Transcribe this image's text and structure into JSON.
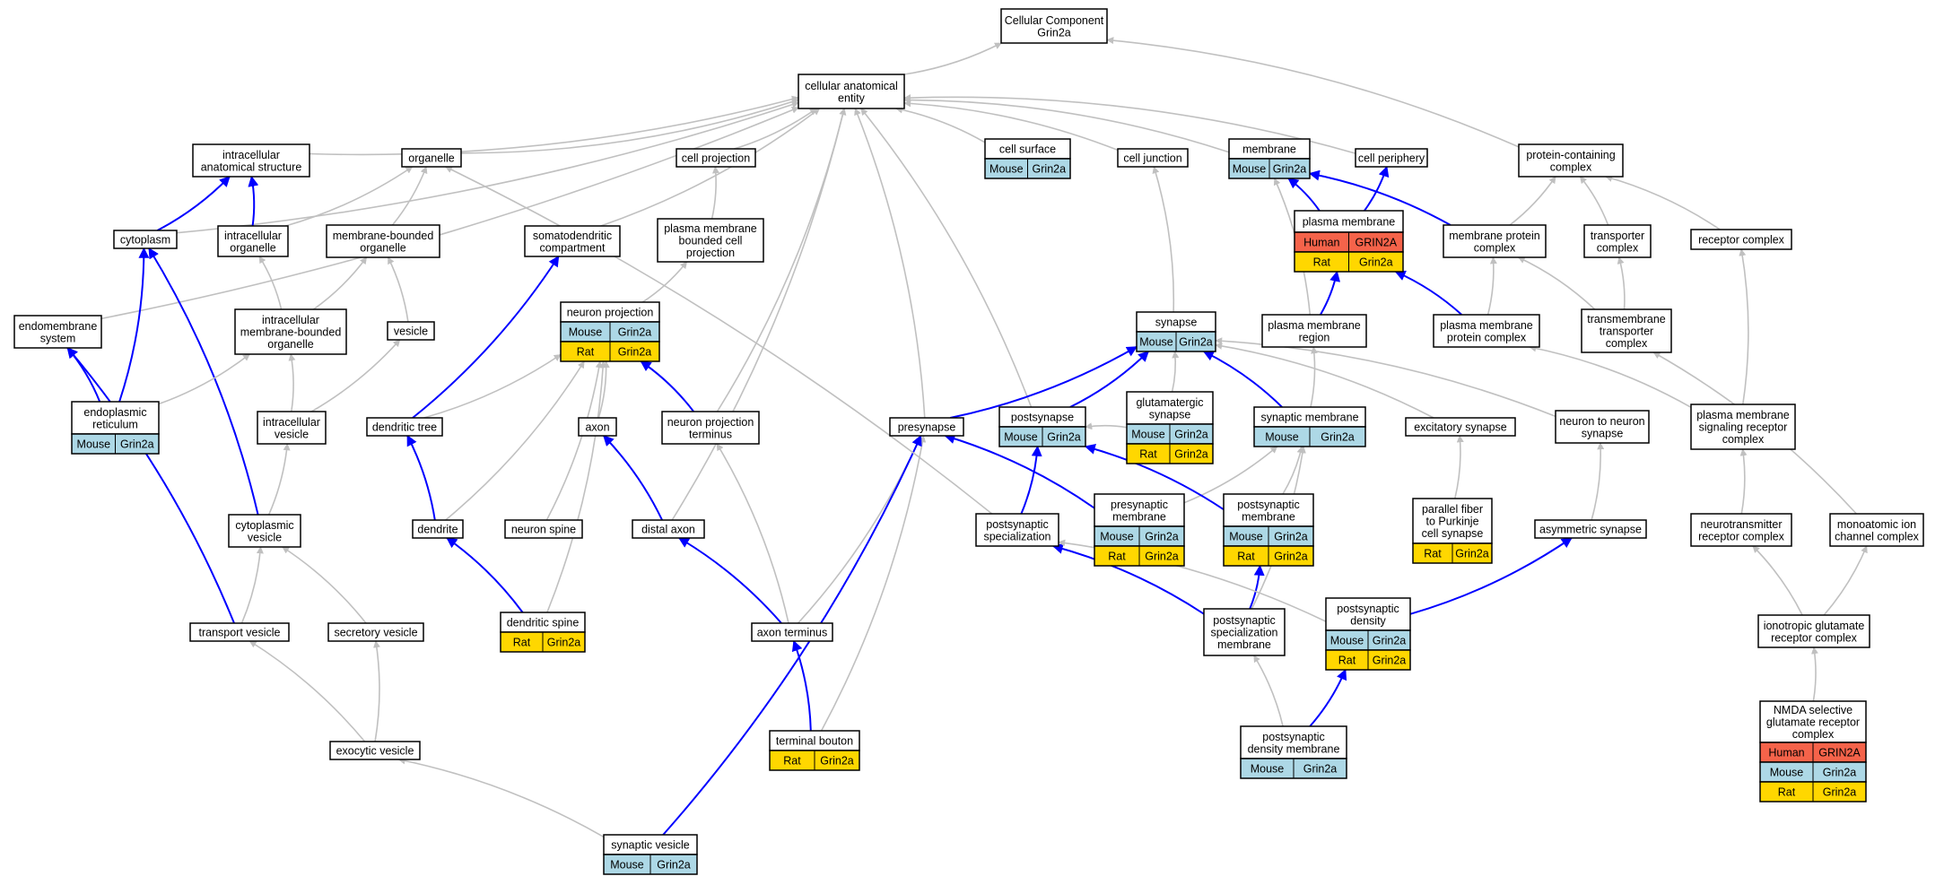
{
  "colors": {
    "human": "#f5634a",
    "mouse": "#add8e6",
    "rat": "#ffd700",
    "edge_gray": "#c0c0c0",
    "edge_blue": "#0000ff"
  },
  "nodes": [
    {
      "id": "cc",
      "lines": [
        "Cellular Component",
        "Grin2a"
      ]
    },
    {
      "id": "cae",
      "lines": [
        "cellular anatomical",
        "entity"
      ]
    },
    {
      "id": "ias",
      "lines": [
        "intracellular",
        "anatomical structure"
      ]
    },
    {
      "id": "organelle",
      "lines": [
        "organelle"
      ]
    },
    {
      "id": "cellproj",
      "lines": [
        "cell projection"
      ]
    },
    {
      "id": "cellsurf",
      "lines": [
        "cell surface"
      ],
      "rows": [
        [
          "Mouse",
          "Grin2a"
        ]
      ]
    },
    {
      "id": "celljunc",
      "lines": [
        "cell junction"
      ]
    },
    {
      "id": "membrane",
      "lines": [
        "membrane"
      ],
      "rows": [
        [
          "Mouse",
          "Grin2a"
        ]
      ]
    },
    {
      "id": "cellperiph",
      "lines": [
        "cell periphery"
      ]
    },
    {
      "id": "pcc",
      "lines": [
        "protein-containing",
        "complex"
      ]
    },
    {
      "id": "cytoplasm",
      "lines": [
        "cytoplasm"
      ]
    },
    {
      "id": "intorg",
      "lines": [
        "intracellular",
        "organelle"
      ]
    },
    {
      "id": "mborg",
      "lines": [
        "membrane-bounded",
        "organelle"
      ]
    },
    {
      "id": "somato",
      "lines": [
        "somatodendritic",
        "compartment"
      ]
    },
    {
      "id": "pmbcp",
      "lines": [
        "plasma membrane",
        "bounded cell",
        "projection"
      ]
    },
    {
      "id": "pm",
      "lines": [
        "plasma membrane"
      ],
      "rows": [
        [
          "Human",
          "GRIN2A"
        ],
        [
          "Rat",
          "Grin2a"
        ]
      ]
    },
    {
      "id": "mpc",
      "lines": [
        "membrane protein",
        "complex"
      ]
    },
    {
      "id": "transporter",
      "lines": [
        "transporter",
        "complex"
      ]
    },
    {
      "id": "receptor",
      "lines": [
        "receptor complex"
      ]
    },
    {
      "id": "endomem",
      "lines": [
        "endomembrane",
        "system"
      ]
    },
    {
      "id": "imbo",
      "lines": [
        "intracellular",
        "membrane-bounded",
        "organelle"
      ]
    },
    {
      "id": "vesicle",
      "lines": [
        "vesicle"
      ]
    },
    {
      "id": "neuronproj",
      "lines": [
        "neuron projection"
      ],
      "rows": [
        [
          "Mouse",
          "Grin2a"
        ],
        [
          "Rat",
          "Grin2a"
        ]
      ]
    },
    {
      "id": "synapse",
      "lines": [
        "synapse"
      ],
      "rows": [
        [
          "Mouse",
          "Grin2a"
        ]
      ]
    },
    {
      "id": "pmr",
      "lines": [
        "plasma membrane",
        "region"
      ]
    },
    {
      "id": "pmpc",
      "lines": [
        "plasma membrane",
        "protein complex"
      ]
    },
    {
      "id": "tmtc",
      "lines": [
        "transmembrane",
        "transporter",
        "complex"
      ]
    },
    {
      "id": "er",
      "lines": [
        "endoplasmic",
        "reticulum"
      ],
      "rows": [
        [
          "Mouse",
          "Grin2a"
        ]
      ]
    },
    {
      "id": "intves",
      "lines": [
        "intracellular",
        "vesicle"
      ]
    },
    {
      "id": "dendtree",
      "lines": [
        "dendritic tree"
      ]
    },
    {
      "id": "axon",
      "lines": [
        "axon"
      ]
    },
    {
      "id": "npt",
      "lines": [
        "neuron projection",
        "terminus"
      ]
    },
    {
      "id": "presyn",
      "lines": [
        "presynapse"
      ]
    },
    {
      "id": "postsyn",
      "lines": [
        "postsynapse"
      ],
      "rows": [
        [
          "Mouse",
          "Grin2a"
        ]
      ]
    },
    {
      "id": "glusyn",
      "lines": [
        "glutamatergic",
        "synapse"
      ],
      "rows": [
        [
          "Mouse",
          "Grin2a"
        ],
        [
          "Rat",
          "Grin2a"
        ]
      ]
    },
    {
      "id": "synmem",
      "lines": [
        "synaptic membrane"
      ],
      "rows": [
        [
          "Mouse",
          "Grin2a"
        ]
      ]
    },
    {
      "id": "excsyn",
      "lines": [
        "excitatory synapse"
      ]
    },
    {
      "id": "n2n",
      "lines": [
        "neuron to neuron",
        "synapse"
      ]
    },
    {
      "id": "pmsrc",
      "lines": [
        "plasma membrane",
        "signaling receptor",
        "complex"
      ]
    },
    {
      "id": "cytves",
      "lines": [
        "cytoplasmic",
        "vesicle"
      ]
    },
    {
      "id": "dendrite",
      "lines": [
        "dendrite"
      ]
    },
    {
      "id": "nspine",
      "lines": [
        "neuron spine"
      ]
    },
    {
      "id": "distaxon",
      "lines": [
        "distal axon"
      ]
    },
    {
      "id": "postspec",
      "lines": [
        "postsynaptic",
        "specialization"
      ]
    },
    {
      "id": "presynmem",
      "lines": [
        "presynaptic",
        "membrane"
      ],
      "rows": [
        [
          "Mouse",
          "Grin2a"
        ],
        [
          "Rat",
          "Grin2a"
        ]
      ]
    },
    {
      "id": "postsynmem",
      "lines": [
        "postsynaptic",
        "membrane"
      ],
      "rows": [
        [
          "Mouse",
          "Grin2a"
        ],
        [
          "Rat",
          "Grin2a"
        ]
      ]
    },
    {
      "id": "pfpcs",
      "lines": [
        "parallel fiber",
        "to Purkinje",
        "cell synapse"
      ],
      "rows": [
        [
          "Rat",
          "Grin2a"
        ]
      ]
    },
    {
      "id": "asymsyn",
      "lines": [
        "asymmetric synapse"
      ]
    },
    {
      "id": "ntrc",
      "lines": [
        "neurotransmitter",
        "receptor complex"
      ]
    },
    {
      "id": "micc",
      "lines": [
        "monoatomic ion",
        "channel complex"
      ]
    },
    {
      "id": "transves",
      "lines": [
        "transport vesicle"
      ]
    },
    {
      "id": "secves",
      "lines": [
        "secretory vesicle"
      ]
    },
    {
      "id": "dspine",
      "lines": [
        "dendritic spine"
      ],
      "rows": [
        [
          "Rat",
          "Grin2a"
        ]
      ]
    },
    {
      "id": "axterm",
      "lines": [
        "axon terminus"
      ]
    },
    {
      "id": "psm",
      "lines": [
        "postsynaptic",
        "specialization",
        "membrane"
      ]
    },
    {
      "id": "psd",
      "lines": [
        "postsynaptic",
        "density"
      ],
      "rows": [
        [
          "Mouse",
          "Grin2a"
        ],
        [
          "Rat",
          "Grin2a"
        ]
      ]
    },
    {
      "id": "igrc",
      "lines": [
        "ionotropic glutamate",
        "receptor complex"
      ]
    },
    {
      "id": "exoves",
      "lines": [
        "exocytic vesicle"
      ]
    },
    {
      "id": "termbouton",
      "lines": [
        "terminal bouton"
      ],
      "rows": [
        [
          "Rat",
          "Grin2a"
        ]
      ]
    },
    {
      "id": "psdm",
      "lines": [
        "postsynaptic",
        "density membrane"
      ],
      "rows": [
        [
          "Mouse",
          "Grin2a"
        ]
      ]
    },
    {
      "id": "nmda",
      "lines": [
        "NMDA selective",
        "glutamate receptor",
        "complex"
      ],
      "rows": [
        [
          "Human",
          "GRIN2A"
        ],
        [
          "Mouse",
          "Grin2a"
        ],
        [
          "Rat",
          "Grin2a"
        ]
      ]
    },
    {
      "id": "synves",
      "lines": [
        "synaptic vesicle"
      ],
      "rows": [
        [
          "Mouse",
          "Grin2a"
        ]
      ]
    }
  ],
  "edges": [
    [
      "cae",
      "cc",
      "gray"
    ],
    [
      "pcc",
      "cc",
      "gray"
    ],
    [
      "ias",
      "cae",
      "gray"
    ],
    [
      "organelle",
      "cae",
      "gray"
    ],
    [
      "cellproj",
      "cae",
      "gray"
    ],
    [
      "cellsurf",
      "cae",
      "gray"
    ],
    [
      "celljunc",
      "cae",
      "gray"
    ],
    [
      "membrane",
      "cae",
      "gray"
    ],
    [
      "cellperiph",
      "cae",
      "gray"
    ],
    [
      "cytoplasm",
      "cae",
      "gray"
    ],
    [
      "endomem",
      "cae",
      "gray"
    ],
    [
      "somato",
      "cae",
      "gray"
    ],
    [
      "presyn",
      "cae",
      "gray"
    ],
    [
      "postsyn",
      "cae",
      "gray"
    ],
    [
      "npt",
      "cae",
      "gray"
    ],
    [
      "distaxon",
      "cae",
      "gray"
    ],
    [
      "cytoplasm",
      "ias",
      "blue"
    ],
    [
      "intorg",
      "ias",
      "blue"
    ],
    [
      "intorg",
      "organelle",
      "gray"
    ],
    [
      "mborg",
      "organelle",
      "gray"
    ],
    [
      "pmbcp",
      "cellproj",
      "gray"
    ],
    [
      "synapse",
      "celljunc",
      "gray"
    ],
    [
      "pm",
      "membrane",
      "blue"
    ],
    [
      "pmr",
      "membrane",
      "gray"
    ],
    [
      "mpc",
      "membrane",
      "blue"
    ],
    [
      "pm",
      "cellperiph",
      "blue"
    ],
    [
      "mpc",
      "pcc",
      "gray"
    ],
    [
      "transporter",
      "pcc",
      "gray"
    ],
    [
      "receptor",
      "pcc",
      "gray"
    ],
    [
      "imbo",
      "intorg",
      "gray"
    ],
    [
      "imbo",
      "mborg",
      "gray"
    ],
    [
      "vesicle",
      "mborg",
      "gray"
    ],
    [
      "neuronproj",
      "pmbcp",
      "gray"
    ],
    [
      "pmr",
      "pm",
      "blue"
    ],
    [
      "pmpc",
      "pm",
      "blue"
    ],
    [
      "pmpc",
      "mpc",
      "gray"
    ],
    [
      "tmtc",
      "mpc",
      "gray"
    ],
    [
      "tmtc",
      "transporter",
      "gray"
    ],
    [
      "pmsrc",
      "receptor",
      "gray"
    ],
    [
      "er",
      "endomem",
      "blue"
    ],
    [
      "transves",
      "endomem",
      "blue"
    ],
    [
      "er",
      "cytoplasm",
      "blue"
    ],
    [
      "cytves",
      "cytoplasm",
      "blue"
    ],
    [
      "er",
      "imbo",
      "gray"
    ],
    [
      "intves",
      "imbo",
      "gray"
    ],
    [
      "intves",
      "vesicle",
      "gray"
    ],
    [
      "dendtree",
      "somato",
      "blue"
    ],
    [
      "axon",
      "neuronproj",
      "gray"
    ],
    [
      "npt",
      "neuronproj",
      "blue"
    ],
    [
      "dendtree",
      "neuronproj",
      "gray"
    ],
    [
      "dendrite",
      "neuronproj",
      "gray"
    ],
    [
      "nspine",
      "neuronproj",
      "gray"
    ],
    [
      "dspine",
      "neuronproj",
      "gray"
    ],
    [
      "presyn",
      "synapse",
      "blue"
    ],
    [
      "postsyn",
      "synapse",
      "blue"
    ],
    [
      "glusyn",
      "synapse",
      "gray"
    ],
    [
      "synmem",
      "synapse",
      "blue"
    ],
    [
      "excsyn",
      "synapse",
      "gray"
    ],
    [
      "n2n",
      "synapse",
      "gray"
    ],
    [
      "synmem",
      "pmr",
      "gray"
    ],
    [
      "pmsrc",
      "pmpc",
      "gray"
    ],
    [
      "micc",
      "tmtc",
      "gray"
    ],
    [
      "cytves",
      "intves",
      "gray"
    ],
    [
      "dendrite",
      "dendtree",
      "blue"
    ],
    [
      "distaxon",
      "axon",
      "blue"
    ],
    [
      "axterm",
      "npt",
      "gray"
    ],
    [
      "axterm",
      "presyn",
      "gray"
    ],
    [
      "termbouton",
      "presyn",
      "gray"
    ],
    [
      "presynmem",
      "presyn",
      "blue"
    ],
    [
      "synves",
      "presyn",
      "blue"
    ],
    [
      "postspec",
      "postsyn",
      "blue"
    ],
    [
      "glusyn",
      "postsyn",
      "gray"
    ],
    [
      "postspec",
      "organelle",
      "gray"
    ],
    [
      "presynmem",
      "synmem",
      "gray"
    ],
    [
      "postsynmem",
      "synmem",
      "gray"
    ],
    [
      "psm",
      "synmem",
      "gray"
    ],
    [
      "postsynmem",
      "postsyn",
      "blue"
    ],
    [
      "pfpcs",
      "excsyn",
      "gray"
    ],
    [
      "asymsyn",
      "n2n",
      "gray"
    ],
    [
      "ntrc",
      "pmsrc",
      "gray"
    ],
    [
      "transves",
      "cytves",
      "gray"
    ],
    [
      "secves",
      "cytves",
      "gray"
    ],
    [
      "dspine",
      "dendrite",
      "blue"
    ],
    [
      "axterm",
      "distaxon",
      "blue"
    ],
    [
      "psm",
      "postsynmem",
      "blue"
    ],
    [
      "psm",
      "postspec",
      "blue"
    ],
    [
      "psd",
      "postspec",
      "gray"
    ],
    [
      "psd",
      "asymsyn",
      "blue"
    ],
    [
      "igrc",
      "ntrc",
      "gray"
    ],
    [
      "igrc",
      "micc",
      "gray"
    ],
    [
      "exoves",
      "transves",
      "gray"
    ],
    [
      "exoves",
      "secves",
      "gray"
    ],
    [
      "termbouton",
      "axterm",
      "blue"
    ],
    [
      "psdm",
      "psm",
      "gray"
    ],
    [
      "psdm",
      "psd",
      "blue"
    ],
    [
      "nmda",
      "igrc",
      "gray"
    ],
    [
      "synves",
      "exoves",
      "gray"
    ]
  ]
}
